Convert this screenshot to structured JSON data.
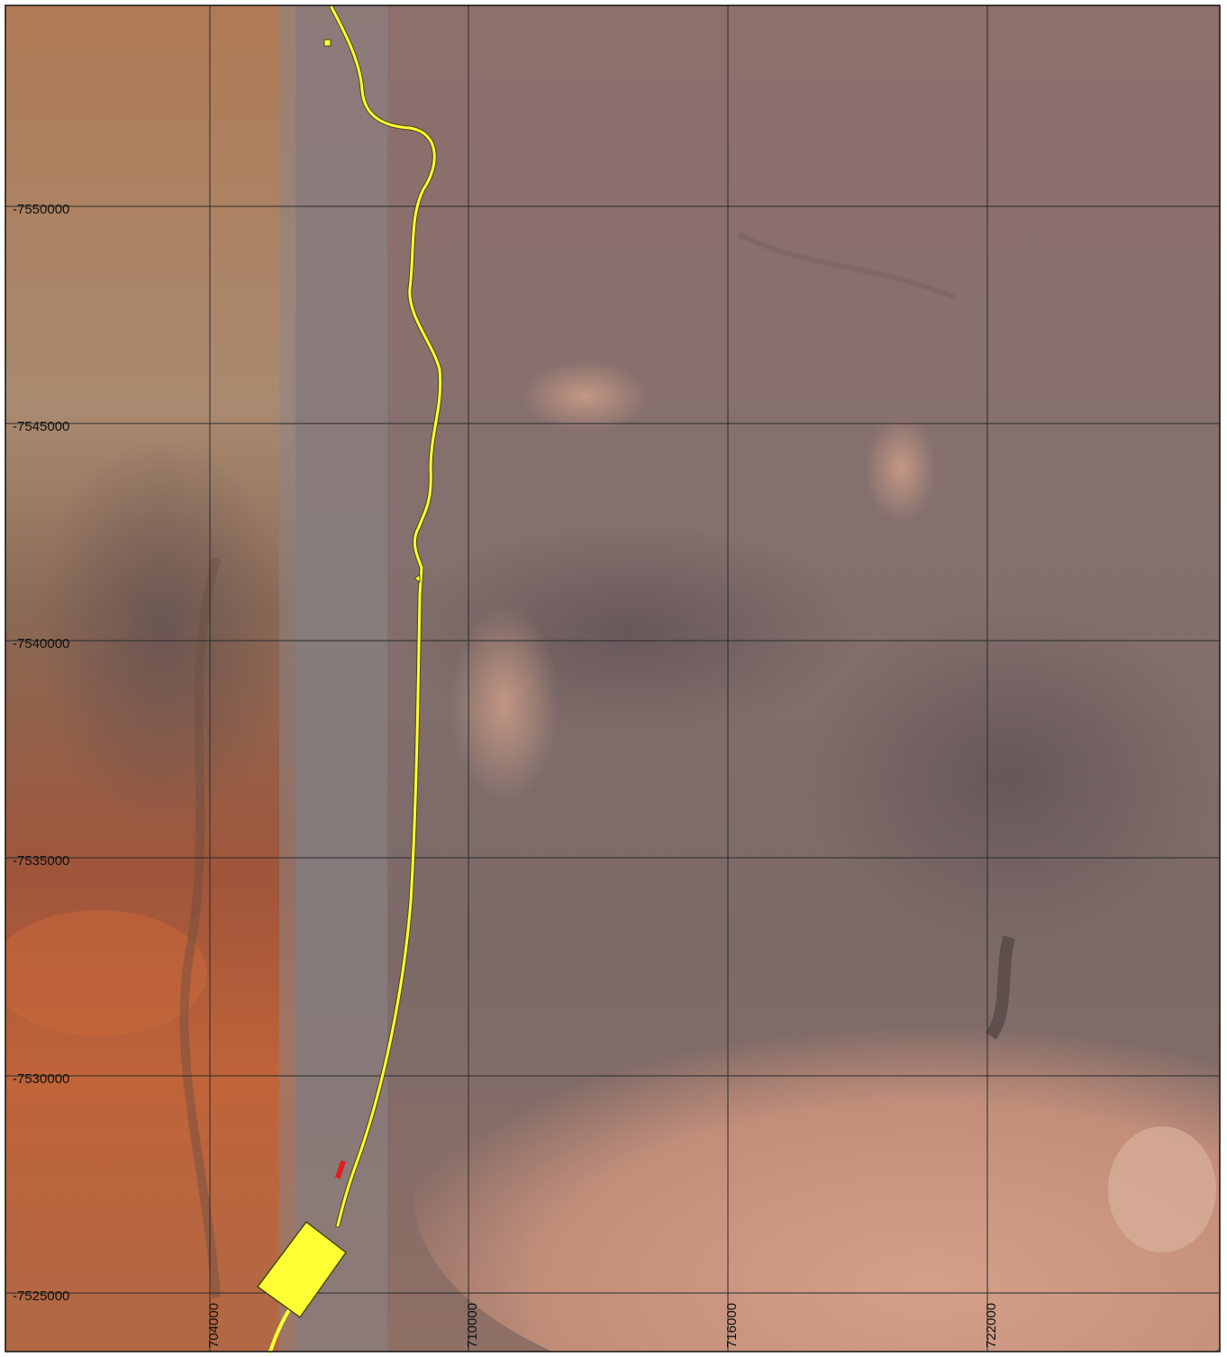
{
  "map": {
    "grid": {
      "y_labels": [
        "-7550000",
        "-7545000",
        "-7540000",
        "-7535000",
        "-7530000",
        "-7525000"
      ],
      "x_labels": [
        "704000",
        "710000",
        "716000",
        "722000"
      ]
    },
    "colors": {
      "grid_line": "#2a2a2a",
      "route": "#ffff33",
      "route_outline": "#4a4a10",
      "marker_red": "#e02020",
      "site_fill": "#ffff33",
      "imagery_left": "#b5683f",
      "imagery_right": "#8a6e70",
      "imagery_sand": "#c99580"
    },
    "features": {
      "route": "yellow-route-line",
      "small_marker": "yellow-square-marker",
      "red_segment": "red-route-segment",
      "site_polygon": "yellow-rectangle-site"
    }
  }
}
